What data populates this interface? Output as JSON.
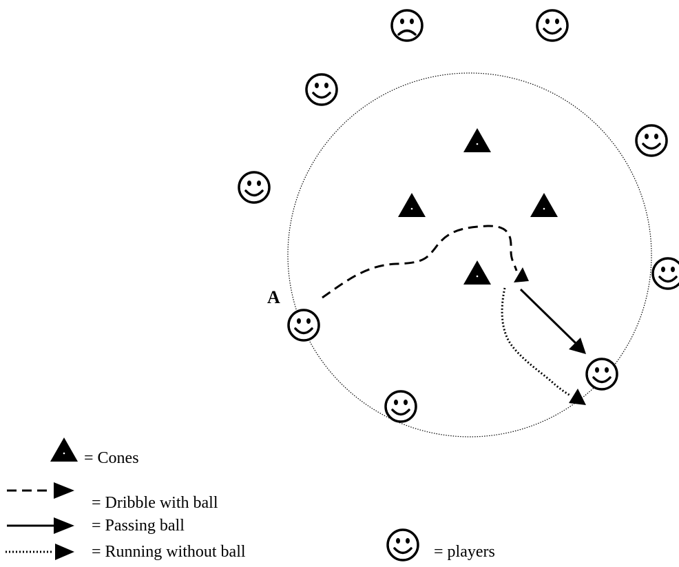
{
  "diagram": {
    "player_marker": "A",
    "colors": {
      "ink": "#000000",
      "background": "#ffffff"
    },
    "icons": {
      "cone": "filled-triangle",
      "player_happy": "smiley-face",
      "player_sad": "frowning-face"
    }
  },
  "legend": {
    "cones": "= Cones",
    "dribble": "= Dribble with ball",
    "passing": "= Passing ball",
    "running": "= Running without ball",
    "players": "= players"
  }
}
